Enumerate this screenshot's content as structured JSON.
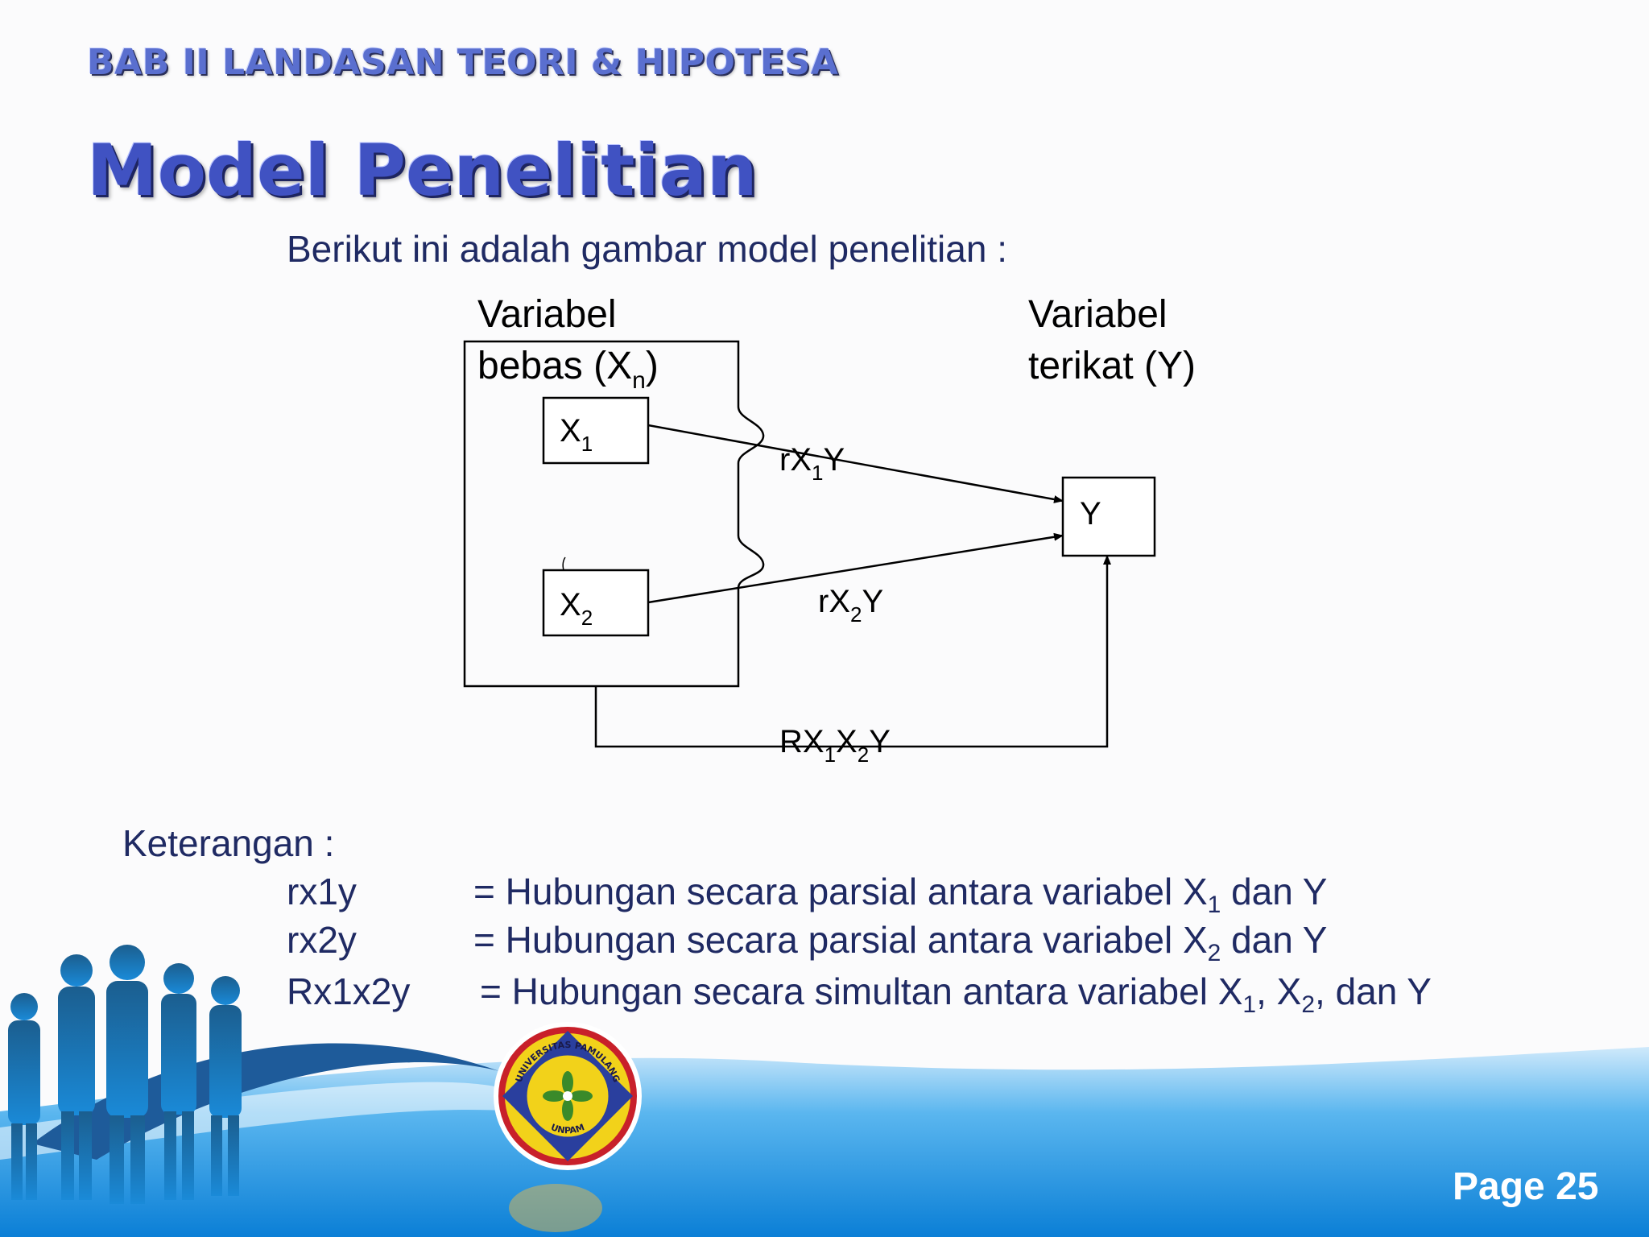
{
  "slide": {
    "section_title": "BAB II LANDASAN TEORI & HIPOTESA",
    "title": "Model Penelitian",
    "intro": "Berikut ini adalah gambar model penelitian :",
    "page_label": "Page 25"
  },
  "diagram": {
    "independent_heading": {
      "line1": "Variabel",
      "line2_prefix": "bebas (X",
      "line2_sub": "n",
      "line2_suffix": ")"
    },
    "dependent_heading": {
      "line1": "Variabel",
      "line2": "terikat (Y)"
    },
    "nodes": {
      "x1": {
        "main": "X",
        "sub": "1"
      },
      "x2": {
        "main": "X",
        "sub": "2"
      },
      "y": {
        "main": "Y"
      }
    },
    "edges": {
      "rx1y": {
        "p1": "rX",
        "sub": "1",
        "p2": "Y"
      },
      "rx2y": {
        "p1": "rX",
        "sub": "2",
        "p2": "Y"
      },
      "rx1x2y": {
        "p1": "RX",
        "sub1": "1",
        "p2": "X",
        "sub2": "2",
        "p3": "Y"
      }
    }
  },
  "legend": {
    "heading": "Keterangan :",
    "rows": [
      {
        "term": "rx1y",
        "desc_before": "= Hubungan secara parsial antara variabel X",
        "sub1": "1",
        "desc_after": " dan Y"
      },
      {
        "term": "rx2y",
        "desc_before": "= Hubungan secara parsial antara variabel X",
        "sub1": "2",
        "desc_after": " dan Y"
      },
      {
        "term": "Rx1x2y",
        "desc_before": "= Hubungan secara simultan antara variabel X",
        "sub1": "1",
        "desc_mid": ", X",
        "sub2": "2",
        "desc_after": ", dan Y"
      }
    ]
  },
  "logo": {
    "text_top": "UNIVERSITAS PAMULANG",
    "text_bottom": "UNPAM",
    "colors": {
      "outer": "#c8202a",
      "ring": "#f2d21a",
      "diamond": "#2a3f9e",
      "leaf": "#3a8a2a"
    }
  },
  "colors": {
    "text_dark_blue": "#1f2a63",
    "title_blue": "#4052c2",
    "footer_blue": "#1e88d9"
  }
}
